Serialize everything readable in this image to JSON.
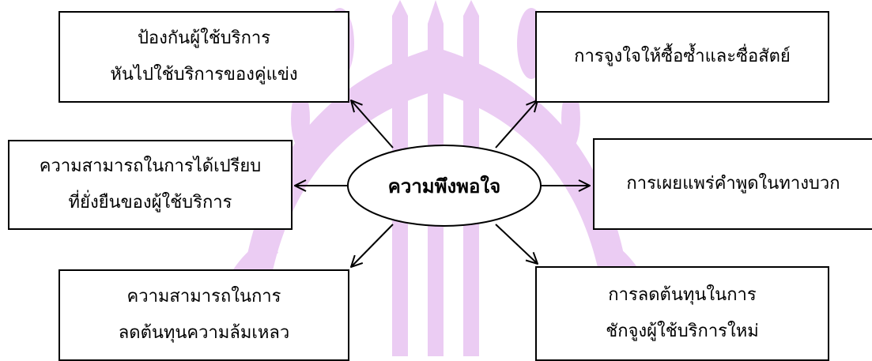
{
  "diagram": {
    "center": {
      "label": "ความพึงพอใจ"
    },
    "nodes": {
      "top_left": {
        "lines": [
          "ป้องกันผู้ใช้บริการ",
          "หันไปใช้บริการของคู่แข่ง"
        ]
      },
      "middle_left": {
        "lines": [
          "ความสามารถในการได้เปรียบ",
          "ที่ยั่งยืนของผู้ใช้บริการ"
        ]
      },
      "bottom_left": {
        "lines": [
          "ความสามารถในการ",
          "ลดต้นทุนความล้มเหลว"
        ]
      },
      "top_right": {
        "lines": [
          "การจูงใจให้ซื้อซ้ำและซื่อสัตย์"
        ]
      },
      "middle_right": {
        "lines": [
          "การเผยแพร่คำพูดในทางบวก"
        ]
      },
      "bottom_right": {
        "lines": [
          "การลดต้นทุนในการ",
          "ชักจูงผู้ใช้บริการใหม่"
        ]
      }
    },
    "colors": {
      "watermark": "#ba4ad6",
      "stroke": "#000000"
    }
  }
}
